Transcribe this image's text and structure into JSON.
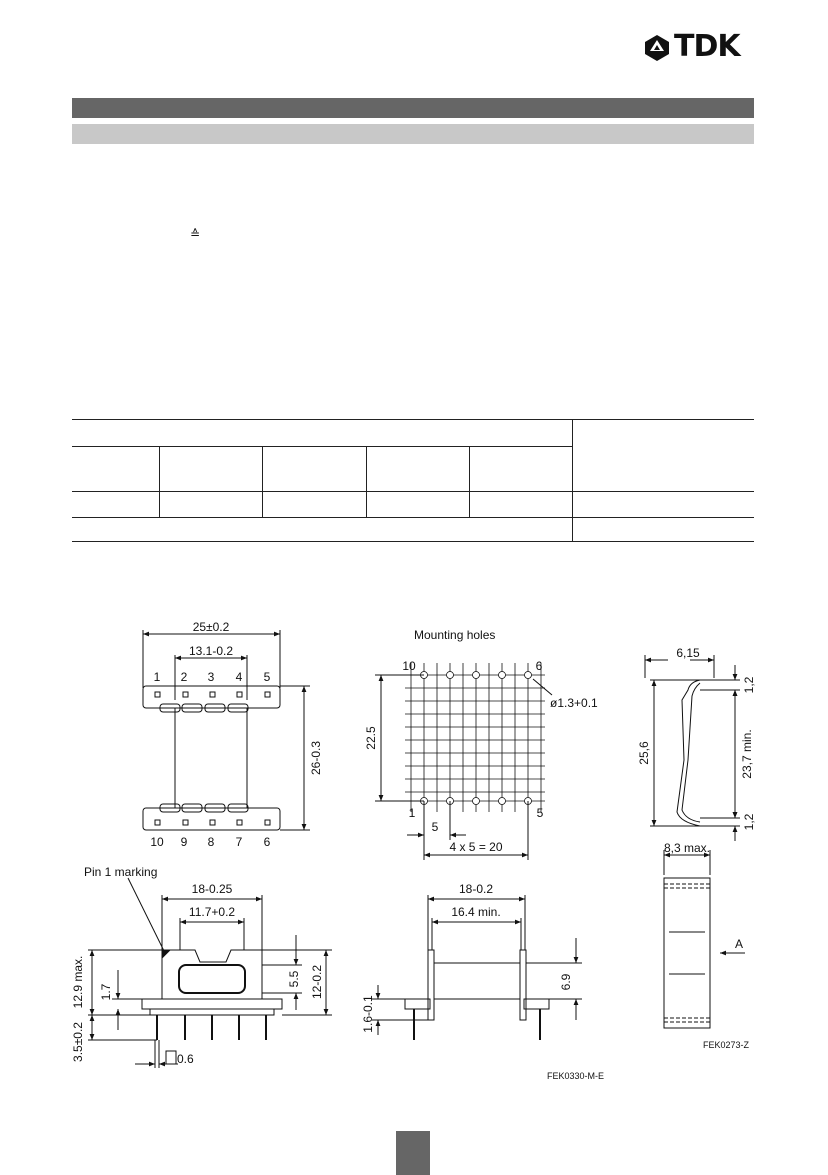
{
  "header": {
    "brand": "TDK",
    "brand_color": "#111111",
    "bar_colors": [
      "#666666",
      "#c8c8c8"
    ]
  },
  "body": {
    "equivalent_symbol": "≙"
  },
  "drawings": {
    "top_view": {
      "dim_width": "25±0.2",
      "dim_inner": "13.1-0.2",
      "dim_height": "26-0.3",
      "pins_top": [
        "1",
        "2",
        "3",
        "4",
        "5"
      ],
      "pins_bottom": [
        "10",
        "9",
        "8",
        "7",
        "6"
      ]
    },
    "mounting": {
      "title": "Mounting holes",
      "corner_tl": "10",
      "corner_tr": "6",
      "corner_bl": "1",
      "corner_br": "5",
      "hole_dia": "ø1.3+0.1",
      "dim_height": "22.5",
      "dim_pitch": "5",
      "dim_total": "4 x 5 = 20"
    },
    "clip_side": {
      "dim_top": "6,15",
      "dim_height": "25,6",
      "dim_min": "23,7 min.",
      "dim_tab_top": "1,2",
      "dim_tab_bottom": "1,2"
    },
    "clip_front": {
      "dim_width": "8,3 max.",
      "view_label": "A",
      "figure_id": "FEK0273-Z"
    },
    "front_view": {
      "pin_marking": "Pin 1 marking",
      "dim_width": "18-0.25",
      "dim_inner": "11.7+0.2",
      "dim_max_height": "12.9 max.",
      "dim_base": "1.7",
      "dim_pin": "3.5±0.2",
      "dim_core": "5.5",
      "dim_total": "12-0.2",
      "dim_square": "0.6"
    },
    "side_view": {
      "dim_width": "18-0.2",
      "dim_min": "16.4 min.",
      "dim_height": "6.9",
      "dim_base": "1.6-0.1",
      "figure_id": "FEK0330-M-E"
    }
  }
}
